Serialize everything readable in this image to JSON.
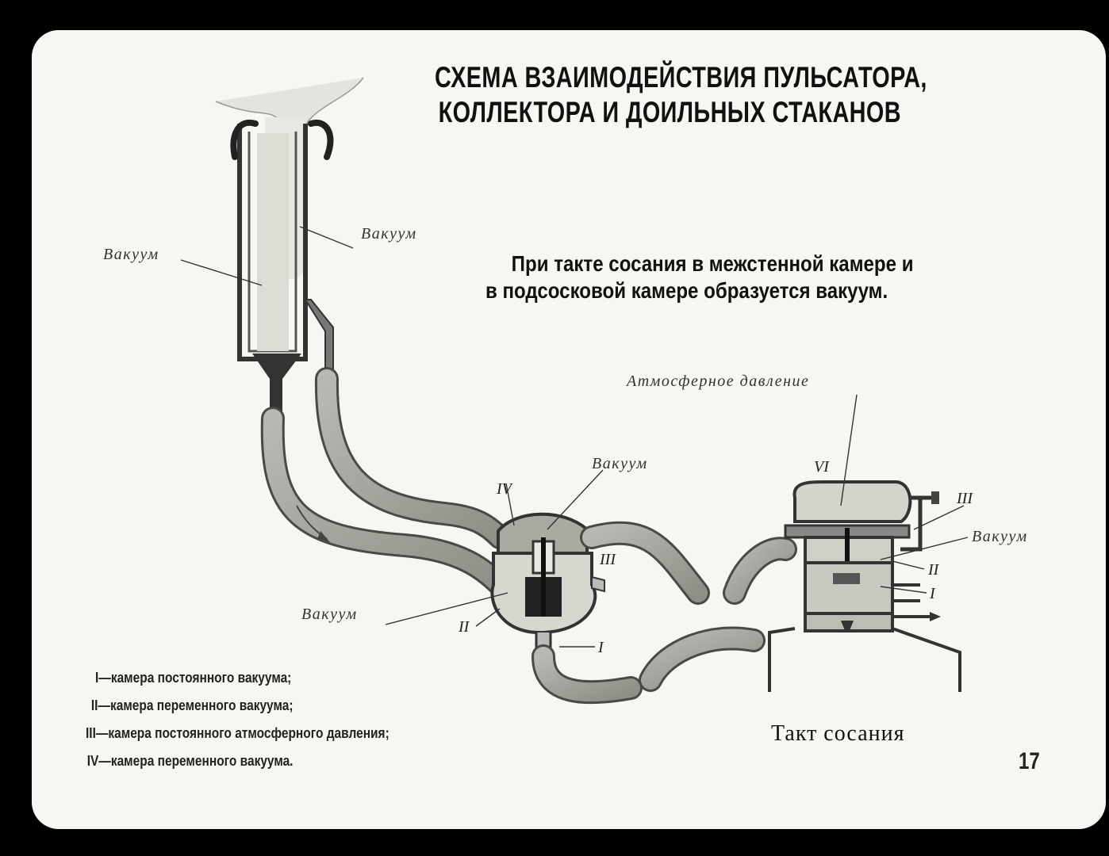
{
  "title": {
    "line1": "СХЕМА ВЗАИМОДЕЙСТВИЯ ПУЛЬСАТОРА,",
    "line2": "КОЛЛЕКТОРА И ДОИЛЬНЫХ  СТАКАНОВ"
  },
  "caption": {
    "line1": "При такте сосания в межстенной камере и",
    "line2": "в подсосковой камере образуется вакуум."
  },
  "labels": {
    "vacuum_left": "Вакуум",
    "vacuum_cup": "Вакуум",
    "vacuum_collector_top": "Вакуум",
    "vacuum_collector_bottom": "Вакуум",
    "vacuum_pulsator": "Вакуум",
    "atmospheric": "Атмосферное давление"
  },
  "roman": {
    "collector_IV": "IV",
    "collector_III": "III",
    "collector_II": "II",
    "collector_I": "I",
    "pulsator_VI": "VI",
    "pulsator_III": "III",
    "pulsator_II": "II",
    "pulsator_I": "I"
  },
  "legend": [
    "I—камера постоянного вакуума;",
    "II—камера переменного вакуума;",
    "III—камера постоянного атмосферного давления;",
    "IV—камера переменного вакуума."
  ],
  "phase_label": "Такт сосания",
  "page_number": "17"
}
